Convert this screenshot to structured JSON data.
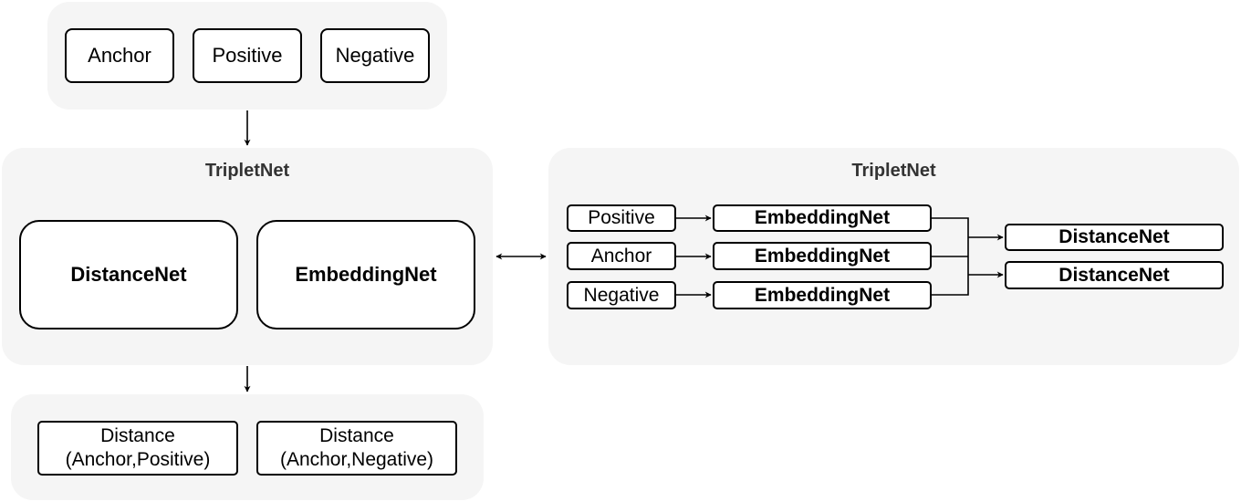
{
  "inputs": {
    "anchor": "Anchor",
    "positive": "Positive",
    "negative": "Negative"
  },
  "tripletnet_left": {
    "title": "TripletNet",
    "distance_net": "DistanceNet",
    "embedding_net": "EmbeddingNet"
  },
  "outputs": {
    "distance_pos_line1": "Distance",
    "distance_pos_line2": "(Anchor,Positive)",
    "distance_neg_line1": "Distance",
    "distance_neg_line2": "(Anchor,Negative)"
  },
  "tripletnet_right": {
    "title": "TripletNet",
    "rows": [
      {
        "input": "Positive",
        "embedding": "EmbeddingNet"
      },
      {
        "input": "Anchor",
        "embedding": "EmbeddingNet"
      },
      {
        "input": "Negative",
        "embedding": "EmbeddingNet"
      }
    ],
    "distances": [
      "DistanceNet",
      "DistanceNet"
    ]
  },
  "colors": {
    "group_bg": "#f5f5f5",
    "stroke": "#000000",
    "title_text": "#333333"
  }
}
